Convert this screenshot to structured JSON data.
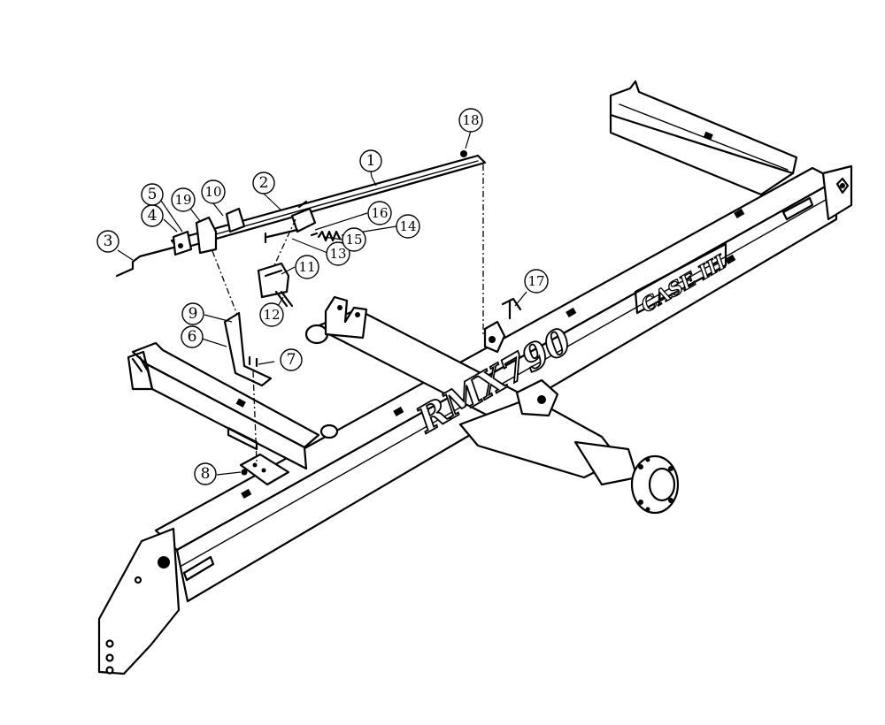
{
  "brand": {
    "model": "RMX790",
    "maker": "CASE IH"
  },
  "callouts": [
    {
      "n": "1"
    },
    {
      "n": "2"
    },
    {
      "n": "3"
    },
    {
      "n": "4"
    },
    {
      "n": "5"
    },
    {
      "n": "6"
    },
    {
      "n": "7"
    },
    {
      "n": "8"
    },
    {
      "n": "9"
    },
    {
      "n": "10"
    },
    {
      "n": "11"
    },
    {
      "n": "12"
    },
    {
      "n": "13"
    },
    {
      "n": "14"
    },
    {
      "n": "15"
    },
    {
      "n": "16"
    },
    {
      "n": "17"
    },
    {
      "n": "18"
    },
    {
      "n": "19"
    }
  ]
}
